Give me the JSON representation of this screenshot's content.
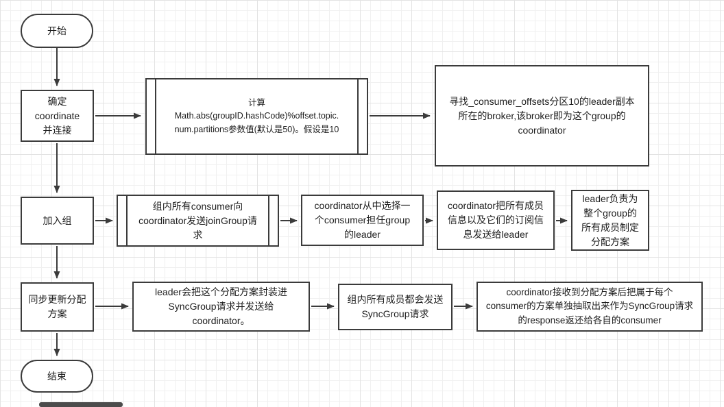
{
  "colors": {
    "stroke": "#3b3b3b",
    "node_fill": "#ffffff",
    "grid_minor": "#f0f0f0",
    "grid_major": "#e3e3e3",
    "scrollbar_thumb": "#4c4c4c"
  },
  "nodes": {
    "start": {
      "label": "开始"
    },
    "determine_coordinate": {
      "label": "确定\ncoordinate\n并连接"
    },
    "calc_partition": {
      "label": "计算\nMath.abs(groupID.hashCode)%offset.topic.\nnum.partitions参数值(默认是50)。假设是10"
    },
    "find_coordinator": {
      "label": "寻找_consumer_offsets分区10的leader副本\n所在的broker,该broker即为这个group的\ncoordinator"
    },
    "join_group": {
      "label": "加入组"
    },
    "send_join_request": {
      "label": "组内所有consumer向\ncoordinator发送joinGroup请\n求"
    },
    "select_leader": {
      "label": "coordinator从中选择一\n个consumer担任group\n的leader"
    },
    "send_member_info": {
      "label": "coordinator把所有成员\n信息以及它们的订阅信\n息发送给leader"
    },
    "leader_make_plan": {
      "label": "leader负责为\n整个group的\n所有成员制定\n分配方案"
    },
    "sync_update": {
      "label": "同步更新分配\n方案"
    },
    "send_sync_group": {
      "label": "leader会把这个分配方案封装进\nSyncGroup请求并发送给\ncoordinator。"
    },
    "all_members_send": {
      "label": "组内所有成员都会发送\nSyncGroup请求"
    },
    "return_response": {
      "label": "coordinator接收到分配方案后把属于每个\nconsumer的方案单独抽取出来作为SyncGroup请求\n的response返还给各自的consumer"
    },
    "end": {
      "label": "结束"
    }
  }
}
